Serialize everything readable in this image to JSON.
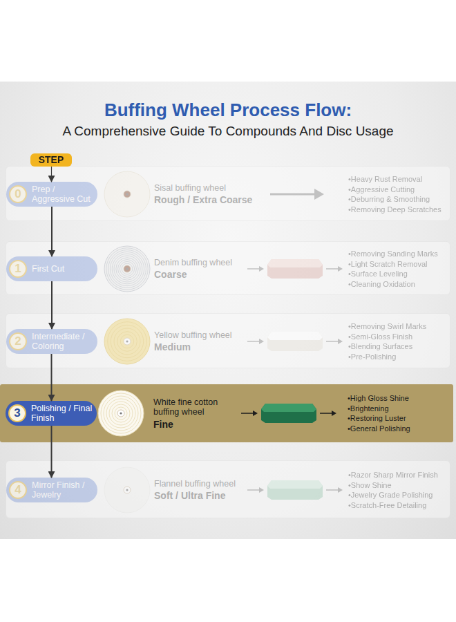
{
  "diagram": {
    "title": "Buffing Wheel Process Flow:",
    "nodes": [
      {
        "text": [
          "STEP"
        ]
      },
      {
        "text": [
          "Sisal buffing wheel",
          "Rough / Extra Coarse",
          "•Heavy Rust Removal",
          "•Aggressive Cutting",
          "•Deburring & Smoothing",
          "•Removing Deep Scratches"
        ]
      },
      {
        "text": [
          "0",
          "Prep / Aggressive Cut"
        ],
        "in": 1
      },
      {
        "text": [
          "Denim buffing wheel",
          "Coarse",
          "•Removing Sanding Marks",
          "•Light Scratch Removal",
          "•Surface Leveling",
          "•Cleaning Oxidation"
        ]
      },
      {
        "text": [
          "1",
          "First Cut"
        ],
        "in": 3
      },
      {
        "text": [
          "Yellow buffing wheel",
          "Medium",
          "•Removing Swirl Marks",
          "•Semi-Gloss Finish",
          "•Blending Surfaces",
          "•Pre-Polishing"
        ]
      },
      {
        "text": [
          "2",
          "Intermediate / Coloring"
        ],
        "in": 5
      },
      {
        "text": [
          "White fine cotton buffing wheel",
          "Fine",
          "•High Gloss Shine",
          "•Brightening",
          "•Restoring Luster",
          "•General Polishing"
        ]
      },
      {
        "text": [
          "3",
          "Polishing / Final Finish"
        ],
        "in": 7
      },
      {
        "text": [
          "Flannel buffing wheel",
          "Soft / Ultra Fine",
          "•Razor Sharp Mirror Finish",
          "•Show Shine",
          "•Jewelry Grade Polishing",
          "•Scratch-Free Detailing"
        ]
      },
      {
        "text": [
          "4",
          "Mirror Finish / Jewelry"
        ],
        "in": 9
      }
    ],
    "edges": [
      {
        "from": 0,
        "to": 2,
        "arrow": "to"
      },
      {
        "from": 2,
        "to": 4,
        "arrow": "to"
      },
      {
        "from": 4,
        "to": 6,
        "arrow": "to"
      },
      {
        "from": 6,
        "to": 8,
        "arrow": "to"
      },
      {
        "from": 8,
        "to": 10,
        "arrow": "to"
      }
    ],
    "labels": [
      "A Comprehensive Guide To Compounds And Disc Usage"
    ]
  }
}
